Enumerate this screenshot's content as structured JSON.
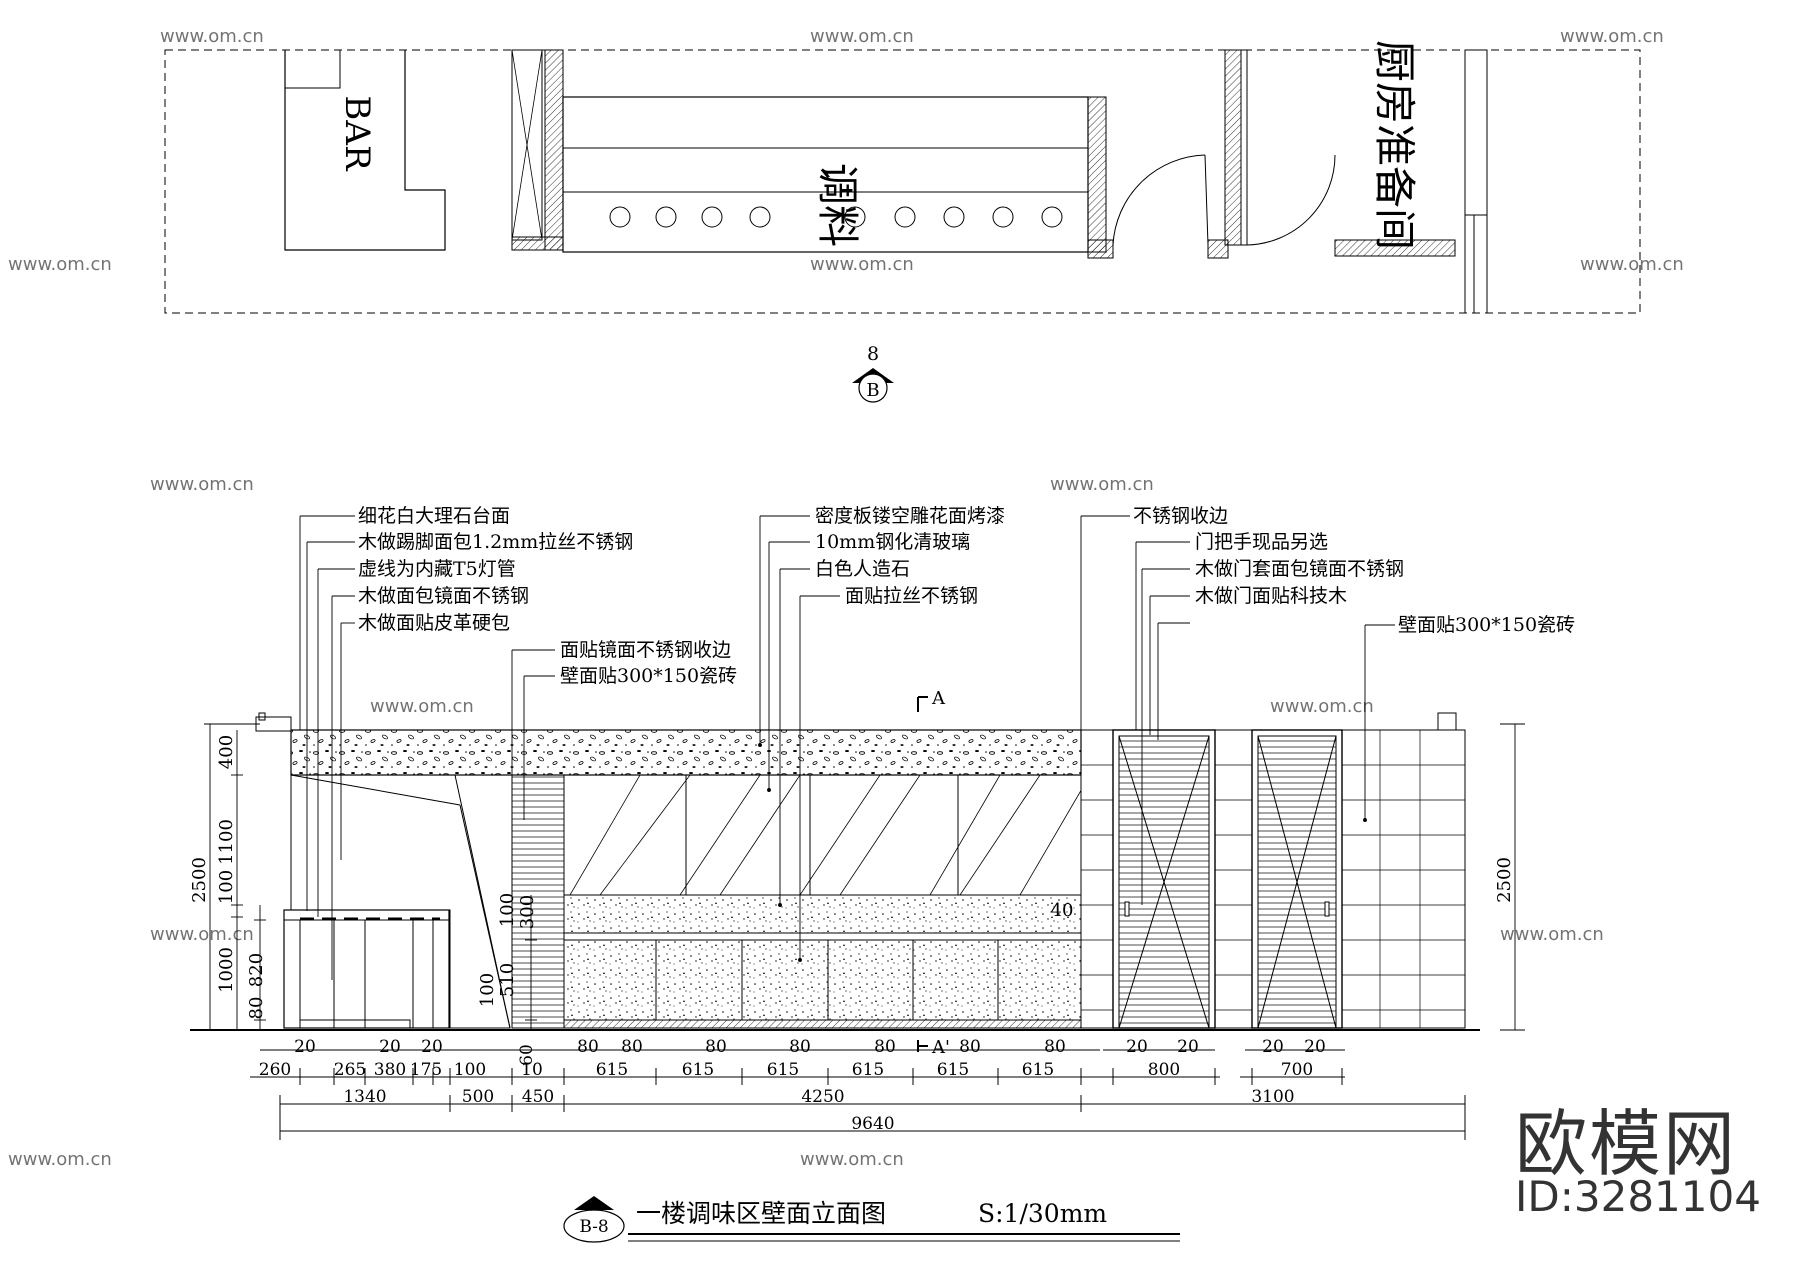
{
  "plan": {
    "bar_label": "BAR",
    "seasoning_label": "调料",
    "kitchen_label": "厨房准备间",
    "section_marker": {
      "number": "8",
      "letter": "B"
    }
  },
  "callouts_left": [
    "细花白大理石台面",
    "木做踢脚面包1.2mm拉丝不锈钢",
    "虚线为内藏T5灯管",
    "木做面包镜面不锈钢",
    "木做面贴皮革硬包"
  ],
  "callouts_mid_left": [
    "面贴镜面不锈钢收边",
    "壁面贴300*150瓷砖"
  ],
  "callouts_center": [
    "密度板镂空雕花面烤漆",
    "10mm钢化清玻璃",
    "白色人造石",
    "面贴拉丝不锈钢"
  ],
  "callouts_right": [
    "不锈钢收边",
    "门把手现品另选",
    "木做门套面包镜面不锈钢",
    "木做门面贴科技木"
  ],
  "callout_far_right": "壁面贴300*150瓷砖",
  "section_cut": {
    "top": "A",
    "bottom": "A'"
  },
  "dims_vertical_left": {
    "outer": "2500",
    "upper": [
      "400",
      "1100",
      "100"
    ],
    "lower": [
      "1000"
    ],
    "inner": [
      "820",
      "80"
    ]
  },
  "dims_vertical_center": [
    "300",
    "100",
    "510",
    "100",
    "40"
  ],
  "dims_vertical_right": "2500",
  "dims_row1": [
    "20",
    "20",
    "20",
    "80",
    "80",
    "80",
    "80",
    "80",
    "80",
    "80",
    "20",
    "20",
    "20",
    "20",
    "60"
  ],
  "dims_row2": [
    "260",
    "265",
    "380",
    "175",
    "100",
    "10",
    "615",
    "615",
    "615",
    "615",
    "615",
    "615",
    "800",
    "700"
  ],
  "dims_row3": [
    "1340",
    "500",
    "450",
    "4250",
    "3100"
  ],
  "dims_total": "9640",
  "title": {
    "marker": "B-8",
    "text": "一楼调味区壁面立面图",
    "scale": "S:1/30mm"
  },
  "watermark": {
    "site": "www.om.cn",
    "brand": "欧模网",
    "id": "ID:3281104"
  }
}
